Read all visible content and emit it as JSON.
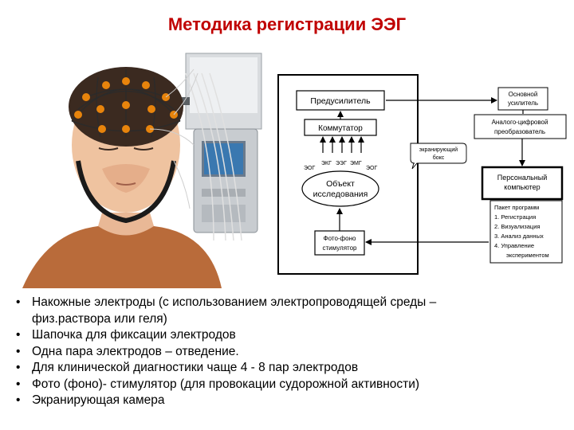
{
  "title": "Методика регистрации ЭЭГ",
  "diagram": {
    "preamp": "Предусилитель",
    "main_amp_l1": "Основной",
    "main_amp_l2": "усилитель",
    "adc_l1": "Аналого-цифровой",
    "adc_l2": "преобразователь",
    "commutator": "Коммутатор",
    "shield_l1": "экранирующий",
    "shield_l2": "бокс",
    "pc_l1": "Персональный",
    "pc_l2": "компьютер",
    "object_l1": "Объект",
    "object_l2": "исследования",
    "sig_eog_left": "ЭОГ",
    "sig_ekg": "ЭКГ",
    "sig_eeg": "ЭЭГ",
    "sig_emg": "ЭМГ",
    "sig_eog_right": "ЭОГ",
    "stim_l1": "Фото-фоно",
    "stim_l2": "стимулятор",
    "software": {
      "header": "Пакет программ",
      "item1": "1. Регистрация",
      "item2": "2. Визуализация",
      "item3": "3. Анализ данных",
      "item4a": "4. Управление",
      "item4b": "экспериментом"
    }
  },
  "bullets": [
    "Накожные электроды (с использованием электропроводящей среды –",
    "физ.раствора или геля)",
    "Шапочка для фиксации электродов",
    "Одна пара электродов – отведение.",
    "Для клинической диагностики чаще 4 - 8 пар электродов",
    "Фото (фоно)- стимулятор (для провокации судорожной активности)",
    "Экранирующая камера"
  ],
  "bullet_glyph": "•",
  "colors": {
    "title": "#c00000",
    "electrode": "#e8840c",
    "device": "#c8ccd0"
  }
}
